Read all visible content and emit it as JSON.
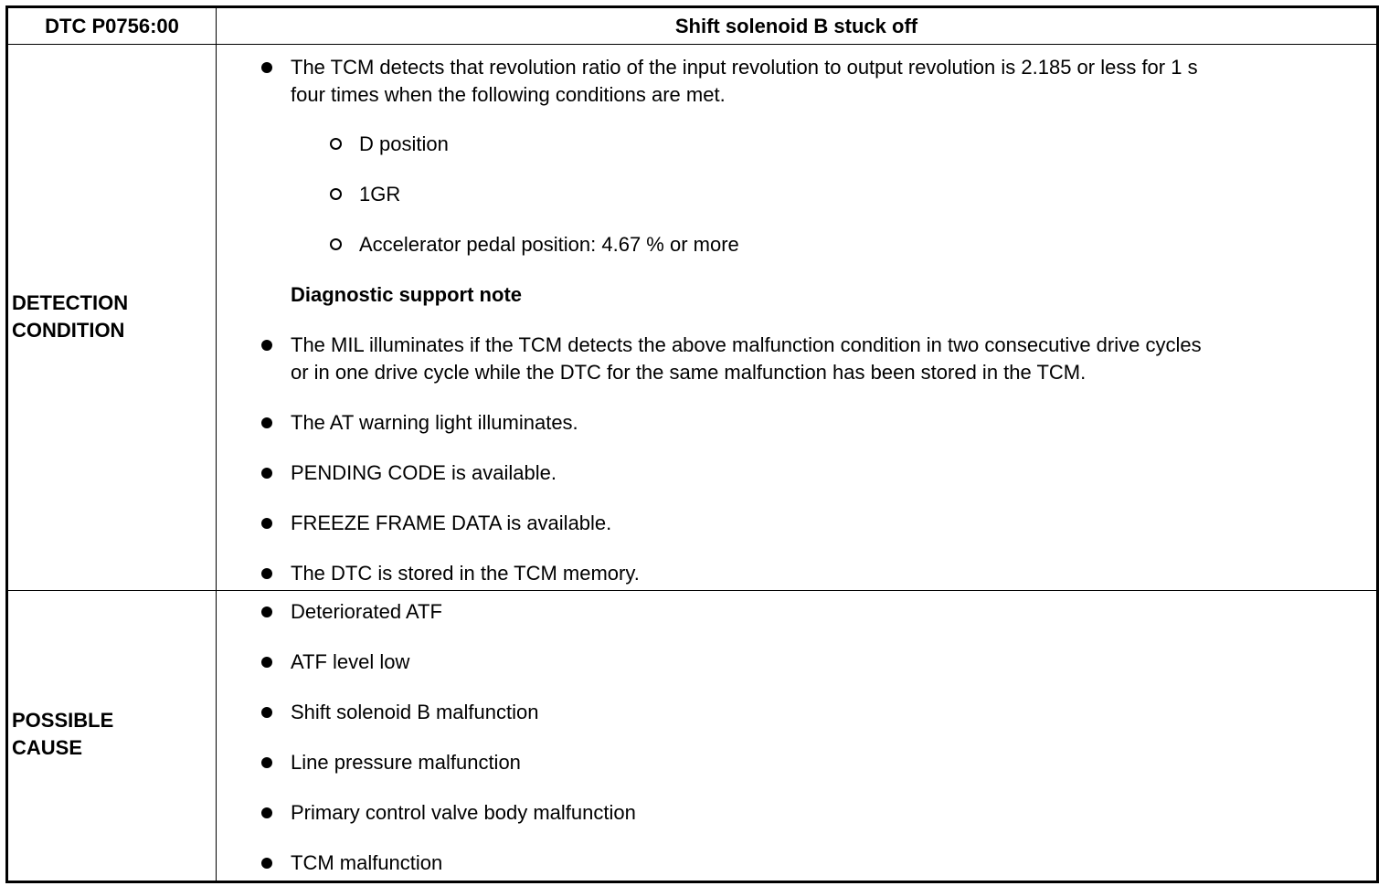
{
  "header": {
    "code": "DTC P0756:00",
    "title": "Shift solenoid B stuck off"
  },
  "detection": {
    "label_line1": "DETECTION",
    "label_line2": "CONDITION",
    "intro_line1": "The TCM detects that revolution ratio of the input revolution to output revolution is 2.185 or less for 1 s",
    "intro_line2": "four times when the following conditions are met.",
    "conditions": [
      "D position",
      "1GR",
      "Accelerator pedal position: 4.67 % or more"
    ],
    "support_note_heading": "Diagnostic support note",
    "mil_line1": "The MIL illuminates if the TCM detects the above malfunction condition in two consecutive drive cycles",
    "mil_line2": "or in one drive cycle while the DTC for the same malfunction has been stored in the TCM.",
    "notes": [
      "The AT warning light illuminates.",
      "PENDING CODE is available.",
      "FREEZE FRAME DATA is available.",
      "The DTC is stored in the TCM memory."
    ]
  },
  "possible_cause": {
    "label_line1": "POSSIBLE",
    "label_line2": "CAUSE",
    "items": [
      "Deteriorated ATF",
      "ATF level low",
      "Shift solenoid B malfunction",
      "Line pressure malfunction",
      "Primary control valve body malfunction",
      "TCM malfunction"
    ]
  }
}
